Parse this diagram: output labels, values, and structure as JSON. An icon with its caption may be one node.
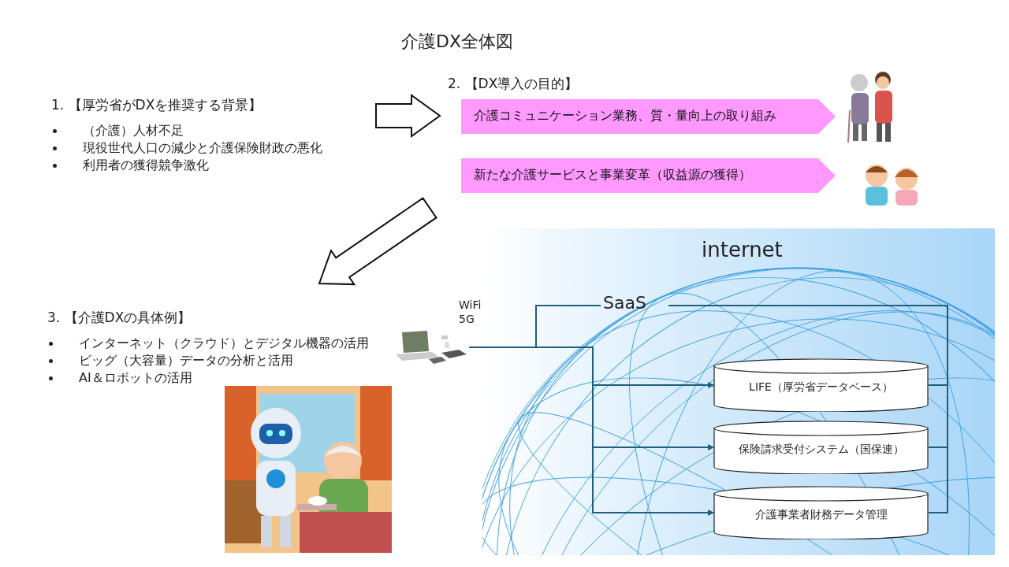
{
  "diagram": {
    "title": "介護DX全体図",
    "nodes": [
      {
        "text": [
          "1. 【厚労省がDXを推奨する背景】",
          "（介護）人材不足",
          "現役世代人口の減少と介護保険財政の悪化",
          "利用者の獲得競争激化"
        ]
      },
      {
        "text": [
          "2. 【DX導入の目的】"
        ]
      },
      {
        "text": [
          "介護コミュニケーション業務、質・量向上の取り組み"
        ],
        "in": 1
      },
      {
        "text": [
          "新たな介護サービスと事業変革（収益源の獲得）"
        ],
        "in": 1
      },
      {
        "text": [
          "3. 【介護DXの具体例】",
          "インターネット（クラウド）とデジタル機器の活用",
          "ビッグ（大容量）データの分析と活用",
          "AI＆ロボットの活用"
        ]
      },
      {
        "text": [
          "internet"
        ]
      },
      {
        "text": [],
        "shape": "picture",
        "beside": [
          "WiFi 5G"
        ]
      },
      {
        "text": [
          "SaaS"
        ],
        "in": 5
      },
      {
        "text": [
          "LIFE（厚労省データベース）"
        ],
        "in": 5
      },
      {
        "text": [
          "保険請求受付システム（国保連）"
        ],
        "in": 5
      },
      {
        "text": [
          "介護事業者財務データ管理"
        ],
        "in": 5
      }
    ],
    "edges": [
      {
        "from": 0,
        "to": 1,
        "arrow": "to"
      },
      {
        "from": 1,
        "to": 4,
        "arrow": "to"
      },
      {
        "from": 6,
        "to": 7,
        "arrow": "none"
      },
      {
        "from": 6,
        "to": 8,
        "arrow": "to"
      },
      {
        "from": 6,
        "to": 9,
        "arrow": "to"
      },
      {
        "from": 6,
        "to": 10,
        "arrow": "to"
      },
      {
        "from": 7,
        "to": 8,
        "arrow": "none"
      },
      {
        "from": 7,
        "to": 9,
        "arrow": "none"
      },
      {
        "from": 7,
        "to": 10,
        "arrow": "none"
      }
    ]
  }
}
